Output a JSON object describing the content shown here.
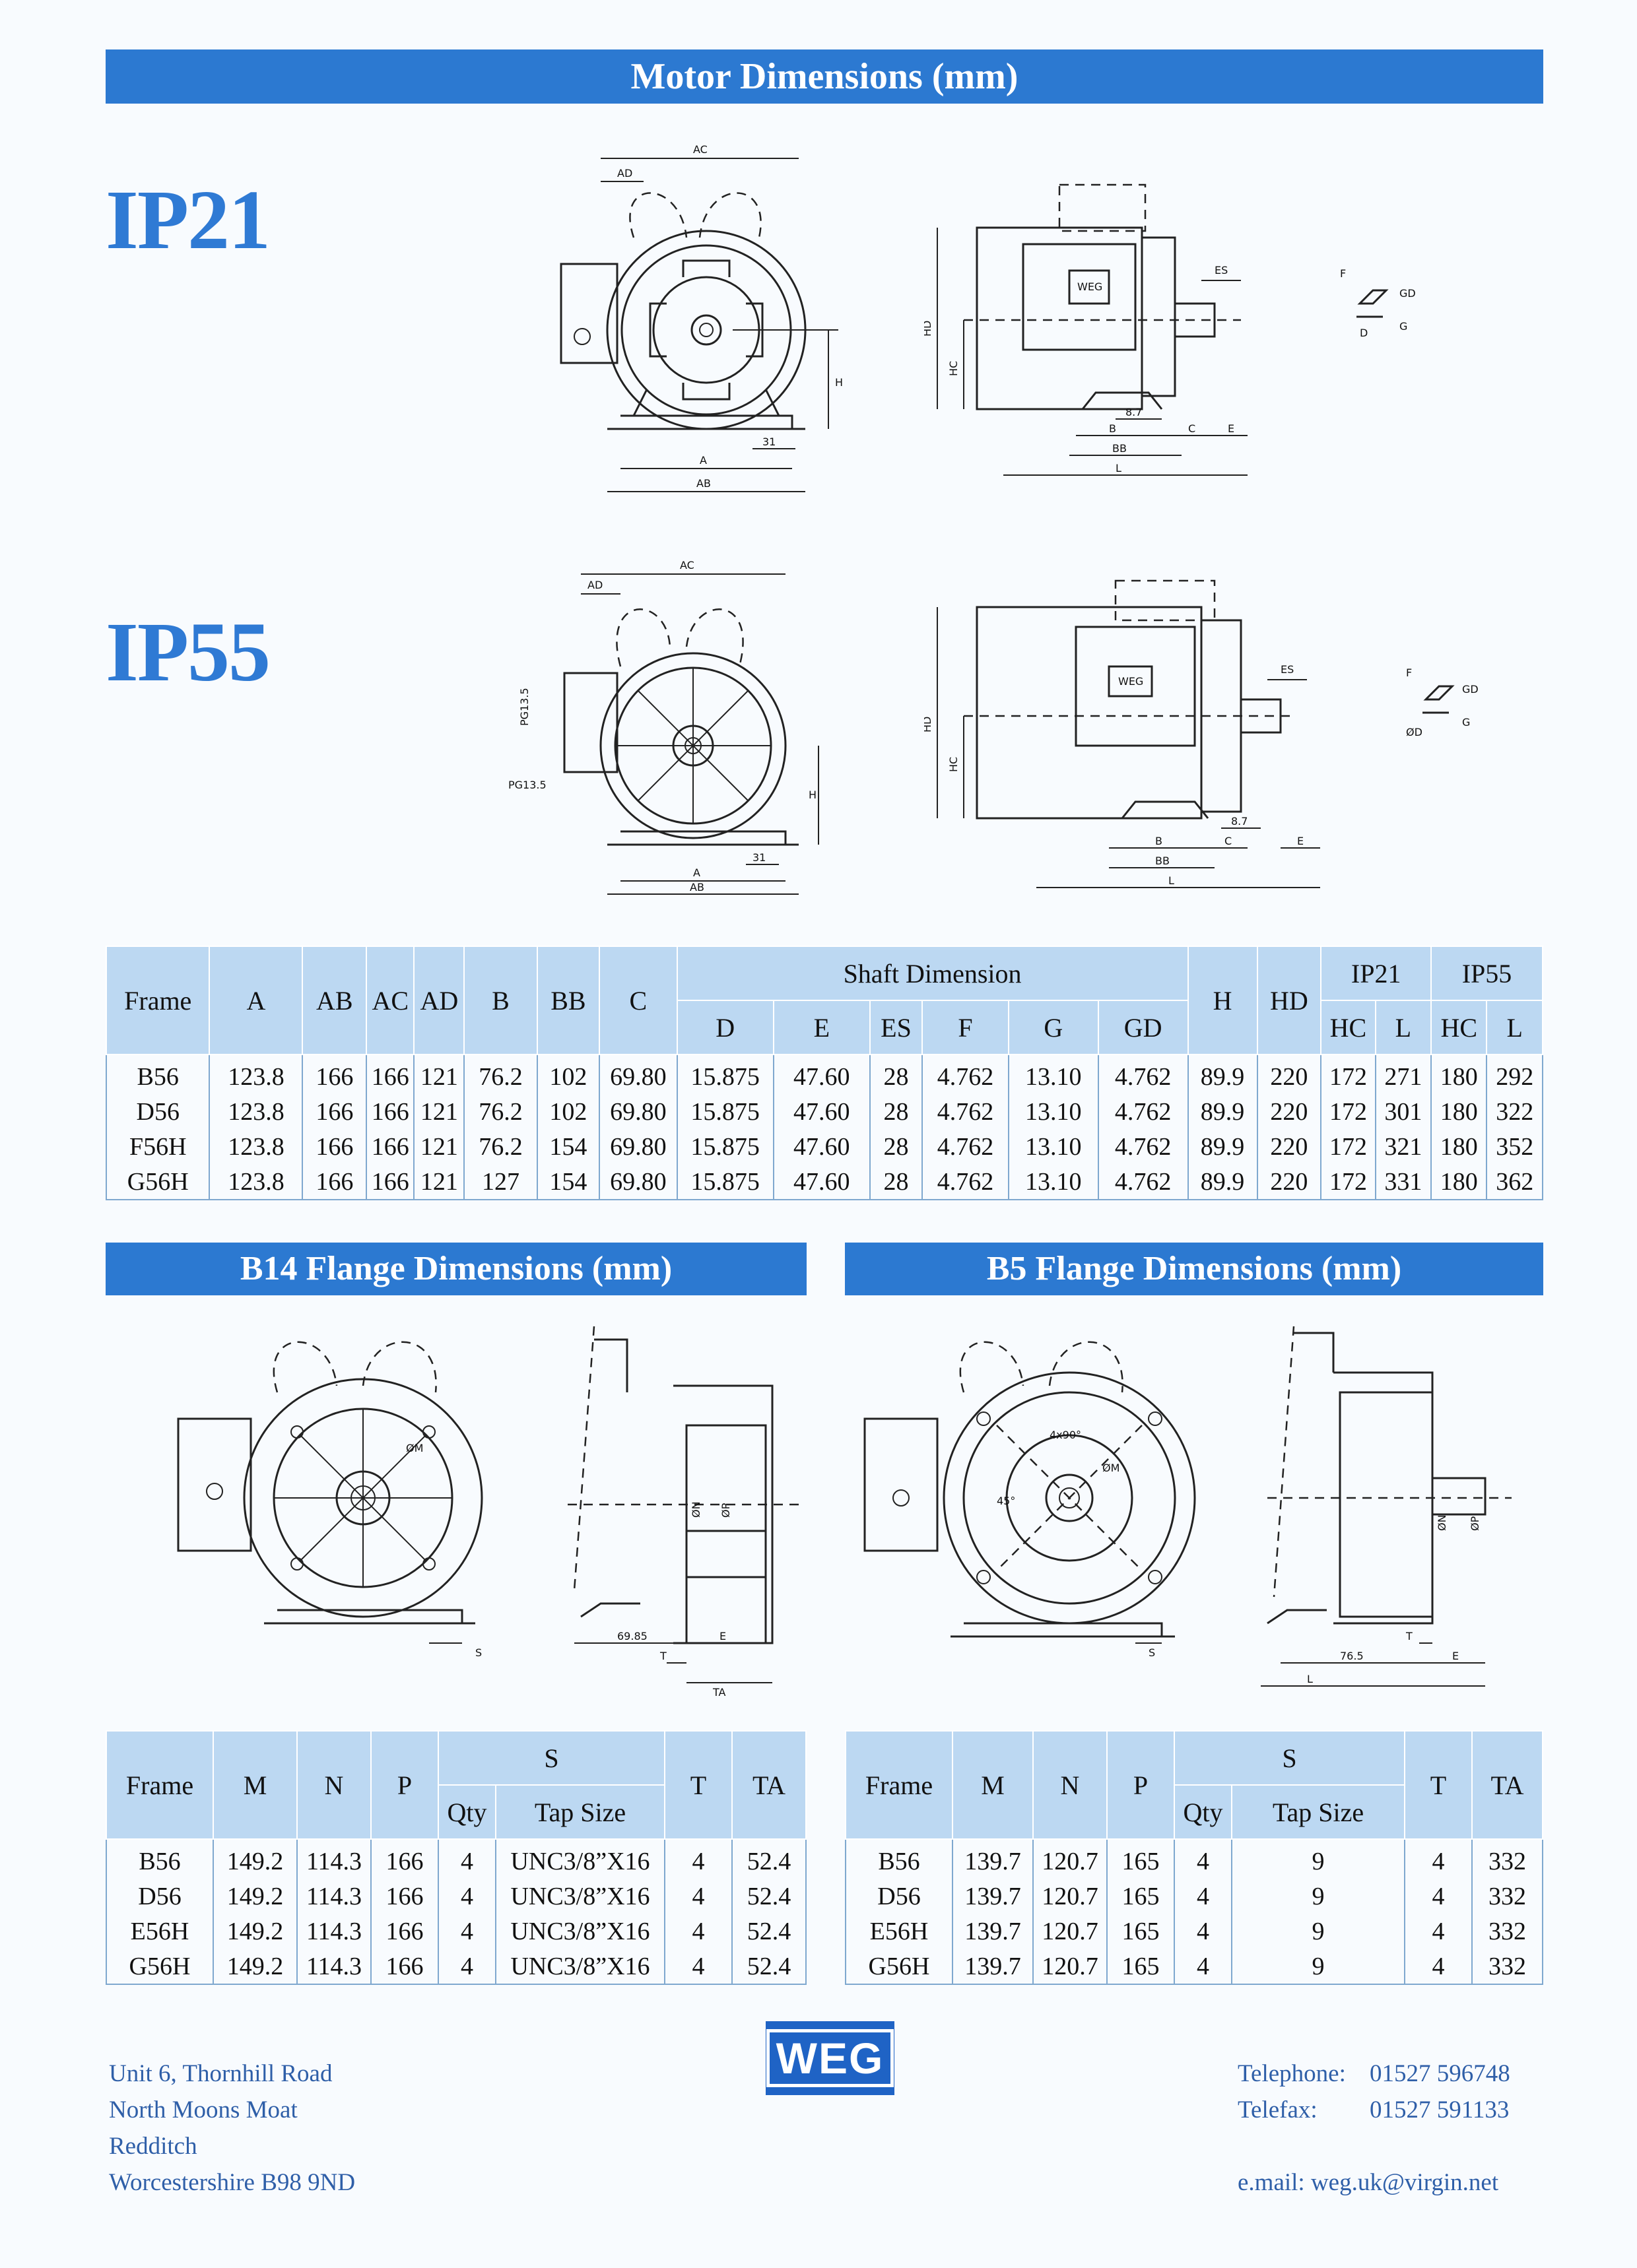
{
  "header": {
    "title": "Motor Dimensions (mm)"
  },
  "sections": {
    "ip21": "IP21",
    "ip55": "IP55"
  },
  "drawing_labels": {
    "ac": "AC",
    "ad": "AD",
    "h": "H",
    "a": "A",
    "ab": "AB",
    "n31": "31",
    "hd": "HD",
    "hc": "HC",
    "es": "ES",
    "f": "F",
    "gd": "GD",
    "d": "D",
    "g": "G",
    "n87": "8.7",
    "b": "B",
    "c": "C",
    "e": "E",
    "bb": "BB",
    "l": "L",
    "pg": "PG13.5",
    "phid": "ØD",
    "phim": "ØM",
    "phin": "ØN",
    "phip": "ØP",
    "s": "S",
    "t": "T",
    "ta": "TA",
    "n6985": "69.85",
    "n765": "76.5",
    "deg45": "45°",
    "deg90": "4x90°"
  },
  "motor_table": {
    "headers": {
      "frame": "Frame",
      "a": "A",
      "ab": "AB",
      "ac": "AC",
      "ad": "AD",
      "b": "B",
      "bb": "BB",
      "c": "C",
      "shaft": "Shaft Dimension",
      "d": "D",
      "e": "E",
      "es": "ES",
      "f": "F",
      "g": "G",
      "gd": "GD",
      "h": "H",
      "hd": "HD",
      "ip21": "IP21",
      "ip55": "IP55",
      "hc": "HC",
      "l": "L"
    },
    "rows": [
      [
        "B56",
        "123.8",
        "166",
        "166",
        "121",
        "76.2",
        "102",
        "69.80",
        "15.875",
        "47.60",
        "28",
        "4.762",
        "13.10",
        "4.762",
        "89.9",
        "220",
        "172",
        "271",
        "180",
        "292"
      ],
      [
        "D56",
        "123.8",
        "166",
        "166",
        "121",
        "76.2",
        "102",
        "69.80",
        "15.875",
        "47.60",
        "28",
        "4.762",
        "13.10",
        "4.762",
        "89.9",
        "220",
        "172",
        "301",
        "180",
        "322"
      ],
      [
        "F56H",
        "123.8",
        "166",
        "166",
        "121",
        "76.2",
        "154",
        "69.80",
        "15.875",
        "47.60",
        "28",
        "4.762",
        "13.10",
        "4.762",
        "89.9",
        "220",
        "172",
        "321",
        "180",
        "352"
      ],
      [
        "G56H",
        "123.8",
        "166",
        "166",
        "121",
        "127",
        "154",
        "69.80",
        "15.875",
        "47.60",
        "28",
        "4.762",
        "13.10",
        "4.762",
        "89.9",
        "220",
        "172",
        "331",
        "180",
        "362"
      ]
    ]
  },
  "b14": {
    "title": "B14 Flange Dimensions (mm)",
    "headers": {
      "frame": "Frame",
      "m": "M",
      "n": "N",
      "p": "P",
      "s": "S",
      "qty": "Qty",
      "tap": "Tap Size",
      "t": "T",
      "ta": "TA"
    },
    "rows": [
      [
        "B56",
        "149.2",
        "114.3",
        "166",
        "4",
        "UNC3/8”X16",
        "4",
        "52.4"
      ],
      [
        "D56",
        "149.2",
        "114.3",
        "166",
        "4",
        "UNC3/8”X16",
        "4",
        "52.4"
      ],
      [
        "E56H",
        "149.2",
        "114.3",
        "166",
        "4",
        "UNC3/8”X16",
        "4",
        "52.4"
      ],
      [
        "G56H",
        "149.2",
        "114.3",
        "166",
        "4",
        "UNC3/8”X16",
        "4",
        "52.4"
      ]
    ]
  },
  "b5": {
    "title": "B5 Flange Dimensions (mm)",
    "headers": {
      "frame": "Frame",
      "m": "M",
      "n": "N",
      "p": "P",
      "s": "S",
      "qty": "Qty",
      "tap": "Tap Size",
      "t": "T",
      "ta": "TA"
    },
    "rows": [
      [
        "B56",
        "139.7",
        "120.7",
        "165",
        "4",
        "9",
        "4",
        "332"
      ],
      [
        "D56",
        "139.7",
        "120.7",
        "165",
        "4",
        "9",
        "4",
        "332"
      ],
      [
        "E56H",
        "139.7",
        "120.7",
        "165",
        "4",
        "9",
        "4",
        "332"
      ],
      [
        "G56H",
        "139.7",
        "120.7",
        "165",
        "4",
        "9",
        "4",
        "332"
      ]
    ]
  },
  "footer": {
    "address": [
      "Unit 6, Thornhill Road",
      "North Moons Moat",
      "Redditch",
      "Worcestershire B98 9ND"
    ],
    "logo": "WEG",
    "phone_label": "Telephone:",
    "phone": "01527 596748",
    "fax_label": "Telefax:",
    "fax": "01527 591133",
    "email": "e.mail: weg.uk@virgin.net"
  },
  "colors": {
    "banner": "#2c79d1",
    "accent_text": "#2f7ad4",
    "table_header": "#bcd8f2",
    "footer_text": "#2f5fa8"
  }
}
